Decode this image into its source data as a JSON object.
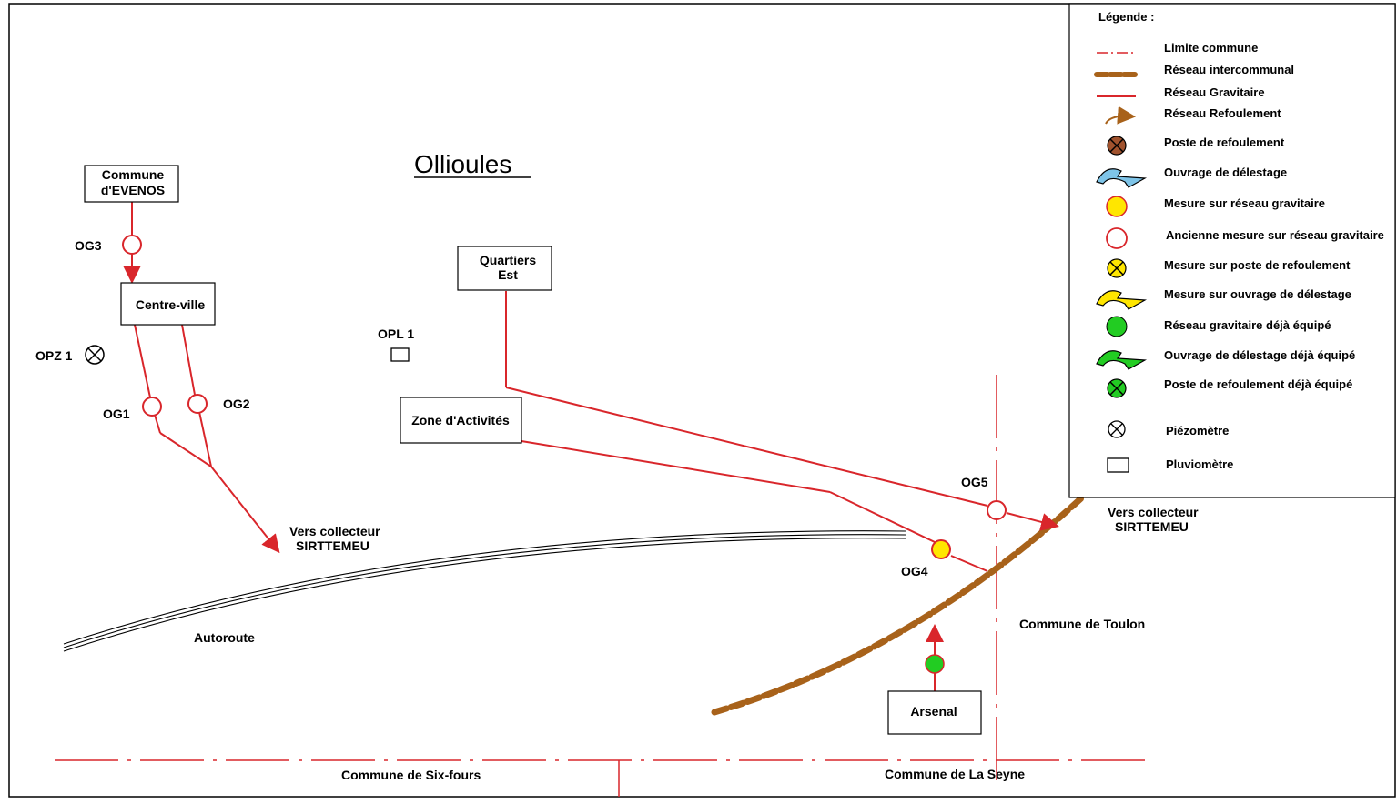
{
  "title": "Ollioules",
  "colors": {
    "network_red": "#d9262b",
    "intercommunal_brown": "#a8621a",
    "limit_red": "#d9262b",
    "yellow": "#ffe600",
    "green": "#22cc22",
    "blue": "#7ec4e8",
    "brown_circle": "#a0522d"
  },
  "boxes": {
    "evenos_line1": "Commune",
    "evenos_line2": "d'EVENOS",
    "centre_ville": "Centre-ville",
    "quartiers_line1": "Quartiers",
    "quartiers_line2": "Est",
    "zone_activites": "Zone d'Activités",
    "arsenal": "Arsenal"
  },
  "points": {
    "og1": "OG1",
    "og2": "OG2",
    "og3": "OG3",
    "og4": "OG4",
    "og5": "OG5",
    "opz1": "OPZ 1",
    "opl1": "OPL 1"
  },
  "labels": {
    "vers_collecteur_left_1": "Vers collecteur",
    "vers_collecteur_left_2": "SIRTTEMEU",
    "vers_collecteur_right_1": "Vers collecteur",
    "vers_collecteur_right_2": "SIRTTEMEU",
    "autoroute": "Autoroute",
    "commune_toulon": "Commune de Toulon",
    "commune_six_fours": "Commune de Six-fours",
    "commune_la_seyne": "Commune de La Seyne"
  },
  "legend": {
    "title": "Légende :",
    "items": [
      {
        "symbol": "limit-line",
        "label": "Limite commune"
      },
      {
        "symbol": "intercommunal-line",
        "label": "Réseau intercommunal"
      },
      {
        "symbol": "gravity-line",
        "label": "Réseau Gravitaire"
      },
      {
        "symbol": "pumping-arrow",
        "label": "Réseau Refoulement"
      },
      {
        "symbol": "pumping-station",
        "label": "Poste de refoulement"
      },
      {
        "symbol": "overflow-structure",
        "label": "Ouvrage de délestage"
      },
      {
        "symbol": "gravity-measure",
        "label": "Mesure sur réseau gravitaire"
      },
      {
        "symbol": "old-gravity-measure",
        "label": "Ancienne mesure sur réseau gravitaire"
      },
      {
        "symbol": "pumping-measure",
        "label": "Mesure sur poste de refoulement"
      },
      {
        "symbol": "overflow-measure",
        "label": "Mesure sur ouvrage de délestage"
      },
      {
        "symbol": "gravity-equipped",
        "label": "Réseau gravitaire déjà équipé"
      },
      {
        "symbol": "overflow-equipped",
        "label": "Ouvrage de délestage déjà équipé"
      },
      {
        "symbol": "pumping-equipped",
        "label": "Poste de refoulement déjà équipé"
      },
      {
        "symbol": "piezometer",
        "label": "Piézomètre"
      },
      {
        "symbol": "rain-gauge",
        "label": "Pluviomètre"
      }
    ]
  }
}
